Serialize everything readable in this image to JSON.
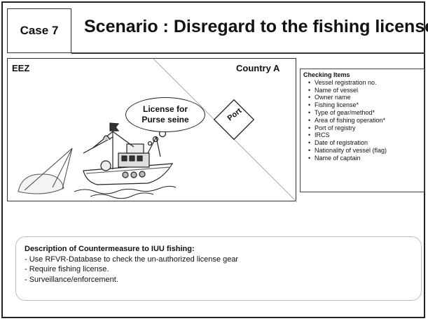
{
  "header": {
    "case_label": "Case 7",
    "title": "Scenario : Disregard to the fishing licenses"
  },
  "map": {
    "eez_label": "EEZ",
    "country_label": "Country A",
    "port_label": "Port",
    "bubble_lines": [
      "License for",
      "Purse seine"
    ]
  },
  "checklist": {
    "title": "Checking Items",
    "items": [
      "Vessel registration no.",
      "Name of vessel",
      "Owner name",
      "Fishing license*",
      "Type of gear/method*",
      "Area of fishing operation*",
      "Port of registry",
      "IRCS",
      "Date of registration",
      "Nationality of vessel (flag)",
      "Name of captain"
    ]
  },
  "countermeasure": {
    "title": "Description of Countermeasure to IUU fishing:",
    "items": [
      "- Use RFVR-Database to check the un-authorized license gear",
      "- Require fishing license.",
      "- Surveillance/enforcement."
    ]
  }
}
